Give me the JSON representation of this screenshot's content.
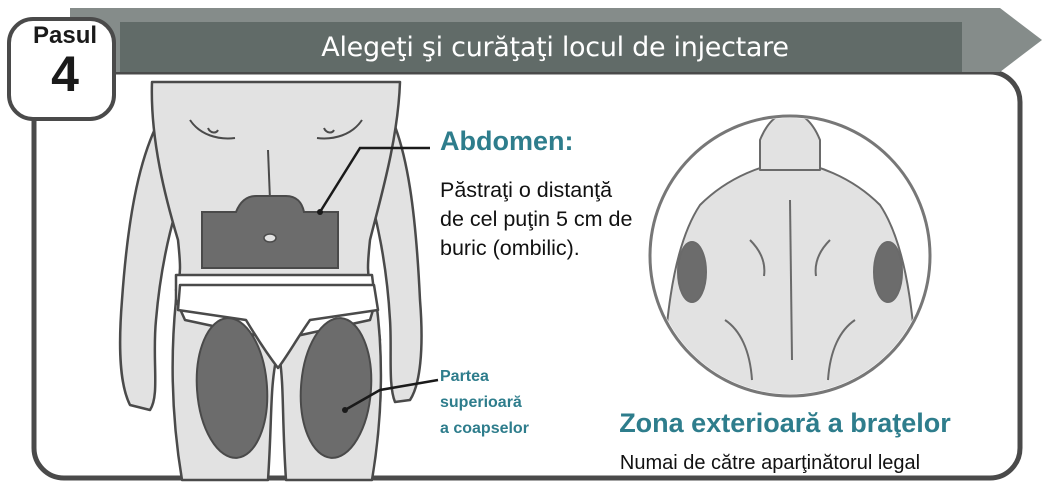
{
  "step": {
    "word": "Pasul",
    "number": "4"
  },
  "title": "Alegeţi şi curăţaţi locul de injectare",
  "abdomen": {
    "title": "Abdomen:",
    "description": "Păstraţi o distanţă de cel puţin 5 cm de buric (ombilic)."
  },
  "thighs": {
    "label_lines": [
      "Partea",
      "superioară",
      "a coapselor"
    ]
  },
  "arms": {
    "title": "Zona exterioară a braţelor",
    "note": "Numai de către aparţinătorul legal"
  },
  "colors": {
    "banner": "#616b68",
    "banner_arrow": "#858c8a",
    "frame": "#4a4a4a",
    "skin": "#e2e2e2",
    "injection_zone": "#6c6c6c",
    "accent_text": "#2e7d8c"
  },
  "icons": [
    "torso-figure",
    "back-figure",
    "leader-line"
  ]
}
